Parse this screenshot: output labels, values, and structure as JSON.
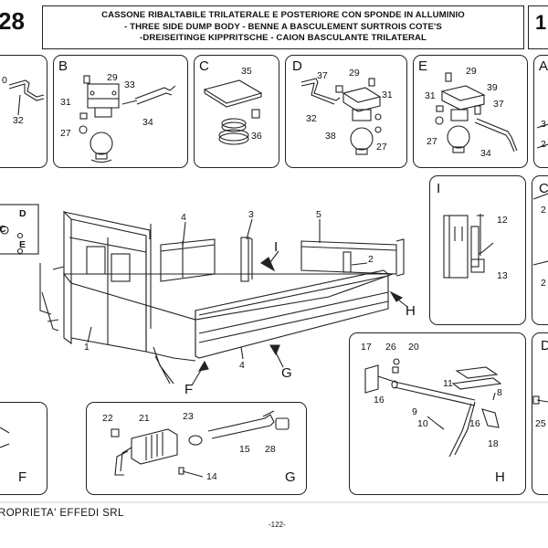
{
  "header": {
    "left_number": "28",
    "right_number": "1",
    "title_lines": [
      "CASSONE RIBALTABILE TRILATERALE E POSTERIORE CON SPONDE IN ALLUMINIO",
      "-  THREE  SIDE DUMP BODY  -  BENNE A BASCULEMENT  SURTROIS COTE'S",
      "-DREISEITINGE KIPPRITSCHE - CAION BASCULANTE TRILATERAL"
    ]
  },
  "panels": {
    "left_cut": {
      "num_0": "0",
      "num_32": "32"
    },
    "B": {
      "label": "B",
      "parts": [
        "29",
        "33",
        "31",
        "27",
        "34"
      ]
    },
    "C": {
      "label": "C",
      "parts": [
        "35",
        "36"
      ]
    },
    "D": {
      "label": "D",
      "parts": [
        "37",
        "29",
        "31",
        "32",
        "38",
        "27"
      ]
    },
    "E": {
      "label": "E",
      "parts": [
        "29",
        "39",
        "31",
        "37",
        "27",
        "34"
      ]
    },
    "A_cut": {
      "label": "A",
      "parts": [
        "3",
        "2"
      ]
    },
    "I": {
      "label": "I",
      "parts": [
        "12",
        "13"
      ]
    },
    "C_cut": {
      "label": "C",
      "parts": [
        "2",
        "2"
      ]
    },
    "D_cut": {
      "label": "D",
      "parts": [
        "25"
      ]
    },
    "F_cut": {
      "label": "F"
    },
    "G": {
      "label": "G",
      "parts": [
        "22",
        "21",
        "23",
        "15",
        "28",
        "14"
      ]
    },
    "H": {
      "label": "H",
      "parts": [
        "17",
        "26",
        "20",
        "16",
        "11",
        "8",
        "9",
        "10",
        "16",
        "18"
      ]
    }
  },
  "main_view": {
    "parts": [
      "4",
      "3",
      "5",
      "2",
      "1",
      "4"
    ],
    "callouts": [
      "I",
      "H",
      "G",
      "F"
    ],
    "inset_letters": [
      "D",
      "C",
      "E"
    ]
  },
  "footer": {
    "owner": "ROPRIETA'  EFFEDI SRL",
    "page": "-122-"
  }
}
